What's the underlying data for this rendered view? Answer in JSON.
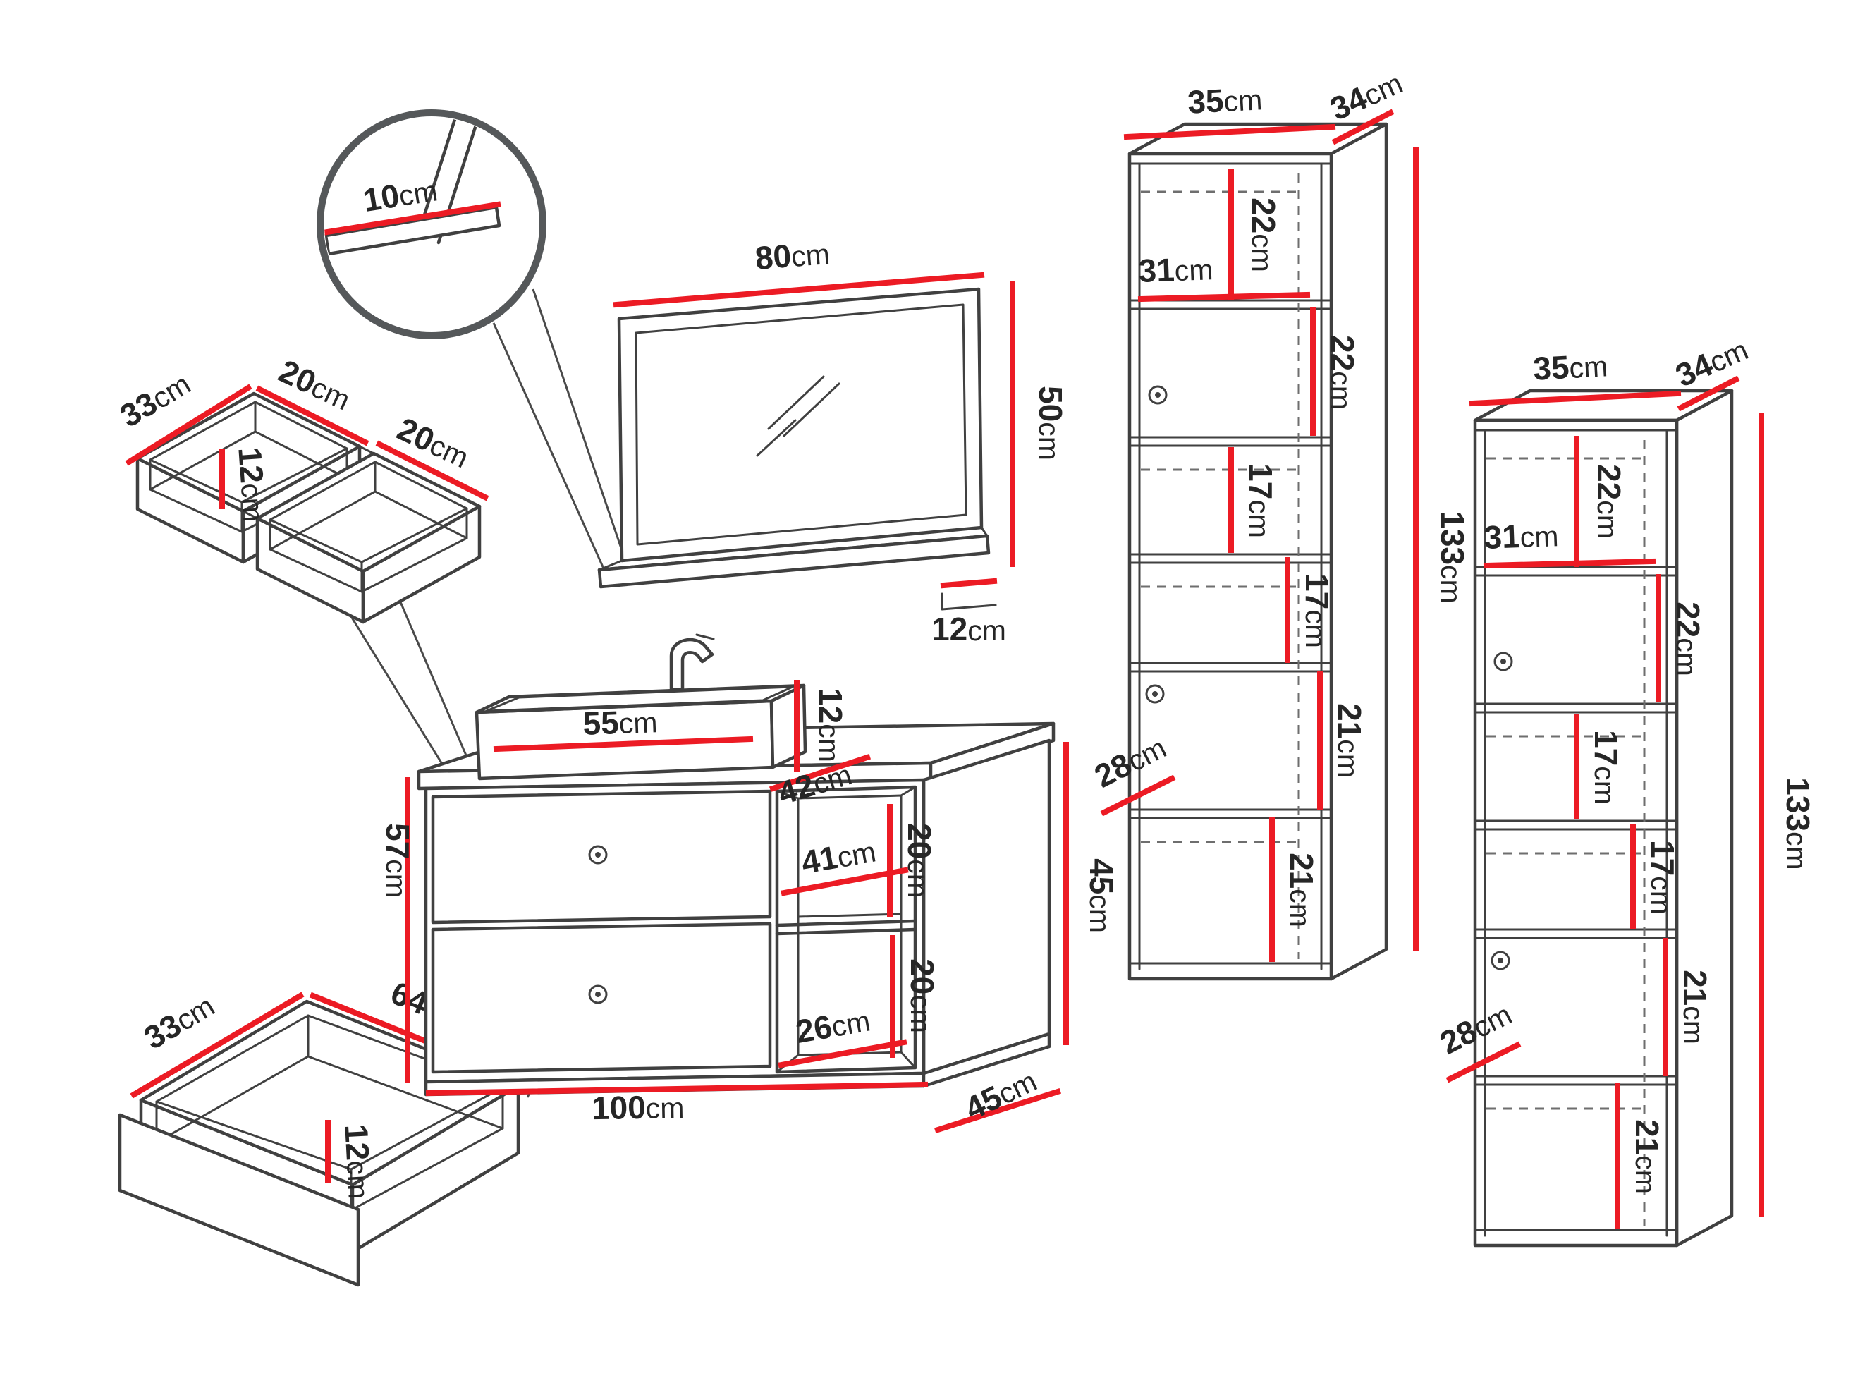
{
  "diagram": {
    "type": "bathroom-furniture-set-dimension-diagram",
    "unit": "cm"
  },
  "colors": {
    "outline": "#404040",
    "dimension": "#ec1b24",
    "label_text": "#262626"
  },
  "detail_view": {
    "edge_thickness": {
      "v": "10",
      "u": "cm"
    }
  },
  "mirror": {
    "width": {
      "v": "80",
      "u": "cm"
    },
    "height": {
      "v": "50",
      "u": "cm"
    },
    "shelf_depth": {
      "v": "12",
      "u": "cm"
    }
  },
  "top_tray": {
    "depth": {
      "v": "33",
      "u": "cm"
    },
    "left_compartment_width": {
      "v": "20",
      "u": "cm"
    },
    "height": {
      "v": "12",
      "u": "cm"
    },
    "right_compartment_width": {
      "v": "20",
      "u": "cm"
    }
  },
  "drawer": {
    "depth": {
      "v": "33",
      "u": "cm"
    },
    "width": {
      "v": "64",
      "u": "cm"
    },
    "height": {
      "v": "12",
      "u": "cm"
    }
  },
  "vanity": {
    "basin_width": {
      "v": "55",
      "u": "cm"
    },
    "basin_height": {
      "v": "12",
      "u": "cm"
    },
    "basin_depth": {
      "v": "42",
      "u": "cm"
    },
    "height": {
      "v": "57",
      "u": "cm"
    },
    "width": {
      "v": "100",
      "u": "cm"
    },
    "depth": {
      "v": "45",
      "u": "cm"
    },
    "side_height": {
      "v": "45",
      "u": "cm"
    },
    "niche_width": {
      "v": "41",
      "u": "cm"
    },
    "niche_top_height": {
      "v": "20",
      "u": "cm"
    },
    "niche_bottom_height": {
      "v": "20",
      "u": "cm"
    },
    "niche_bottom_width": {
      "v": "26",
      "u": "cm"
    }
  },
  "cabinet_left": {
    "width": {
      "v": "35",
      "u": "cm"
    },
    "depth": {
      "v": "34",
      "u": "cm"
    },
    "height": {
      "v": "133",
      "u": "cm"
    },
    "top_compartment": {
      "v": "22",
      "u": "cm"
    },
    "inner_width": {
      "v": "31",
      "u": "cm"
    },
    "door_compartment": {
      "v": "22",
      "u": "cm"
    },
    "shelf_gap_upper": {
      "v": "17",
      "u": "cm"
    },
    "shelf_gap_lower": {
      "v": "17",
      "u": "cm"
    },
    "lower_door_compartment": {
      "v": "21",
      "u": "cm"
    },
    "door_depth": {
      "v": "28",
      "u": "cm"
    },
    "bottom_compartment": {
      "v": "21",
      "u": "cm"
    }
  },
  "cabinet_right": {
    "width": {
      "v": "35",
      "u": "cm"
    },
    "depth": {
      "v": "34",
      "u": "cm"
    },
    "height": {
      "v": "133",
      "u": "cm"
    },
    "top_compartment": {
      "v": "22",
      "u": "cm"
    },
    "inner_width": {
      "v": "31",
      "u": "cm"
    },
    "door_compartment": {
      "v": "22",
      "u": "cm"
    },
    "shelf_gap_upper": {
      "v": "17",
      "u": "cm"
    },
    "shelf_gap_lower": {
      "v": "17",
      "u": "cm"
    },
    "lower_door_compartment": {
      "v": "21",
      "u": "cm"
    },
    "door_depth": {
      "v": "28",
      "u": "cm"
    },
    "bottom_compartment": {
      "v": "21",
      "u": "cm"
    }
  }
}
